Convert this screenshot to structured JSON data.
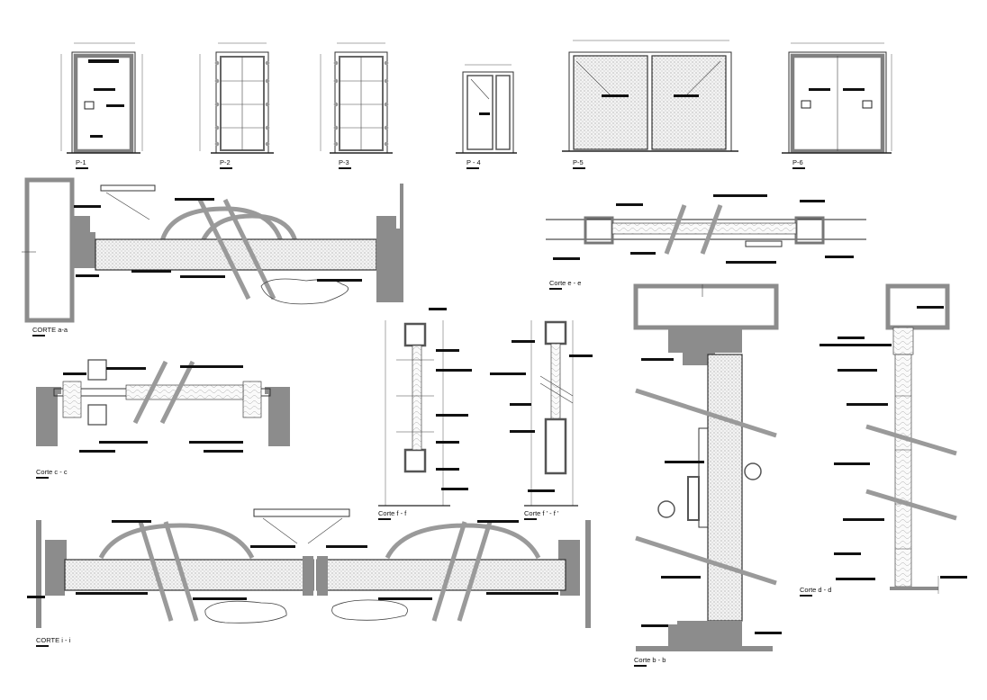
{
  "drawing": {
    "elevations": [
      {
        "id": "p1",
        "tag": "P-1"
      },
      {
        "id": "p2",
        "tag": "P-2"
      },
      {
        "id": "p3",
        "tag": "P-3"
      },
      {
        "id": "p4",
        "tag": "P - 4"
      },
      {
        "id": "p5",
        "tag": "P-5"
      },
      {
        "id": "p6",
        "tag": "P-6"
      }
    ],
    "sections": {
      "aa": "CORTE a-a",
      "cc": "Corte c - c",
      "ee": "Corte e - e",
      "ff": "Corte f - f",
      "ff2": "Corte f ' - f '",
      "bb": "Corte b - b",
      "dd": "Corte d - d",
      "ii": "CORTE i - i"
    }
  }
}
